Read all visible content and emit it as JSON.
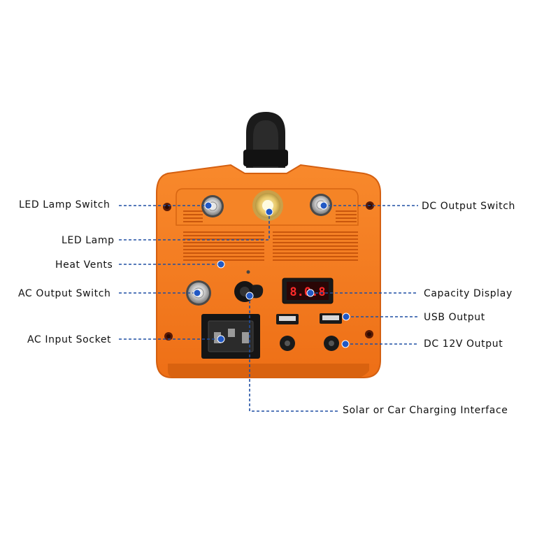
{
  "diagram": {
    "labels": {
      "led_lamp_switch": "LED Lamp Switch",
      "led_lamp": "LED Lamp",
      "heat_vents": "Heat Vents",
      "ac_output_switch": "AC Output Switch",
      "ac_input_socket": "AC Input Socket",
      "dc_output_switch": "DC Output Switch",
      "capacity_display": "Capacity Display",
      "usb_output": "USB Output",
      "dc_12v_output": "DC 12V Output",
      "solar_car_charging": "Solar or Car Charging Interface"
    },
    "display_reading": "8.0.8",
    "colors": {
      "body": "#f47a1f",
      "body_dark": "#d9620f",
      "leader_line": "#1f4fa3",
      "marker": "#2158c4",
      "text": "#111111"
    }
  }
}
